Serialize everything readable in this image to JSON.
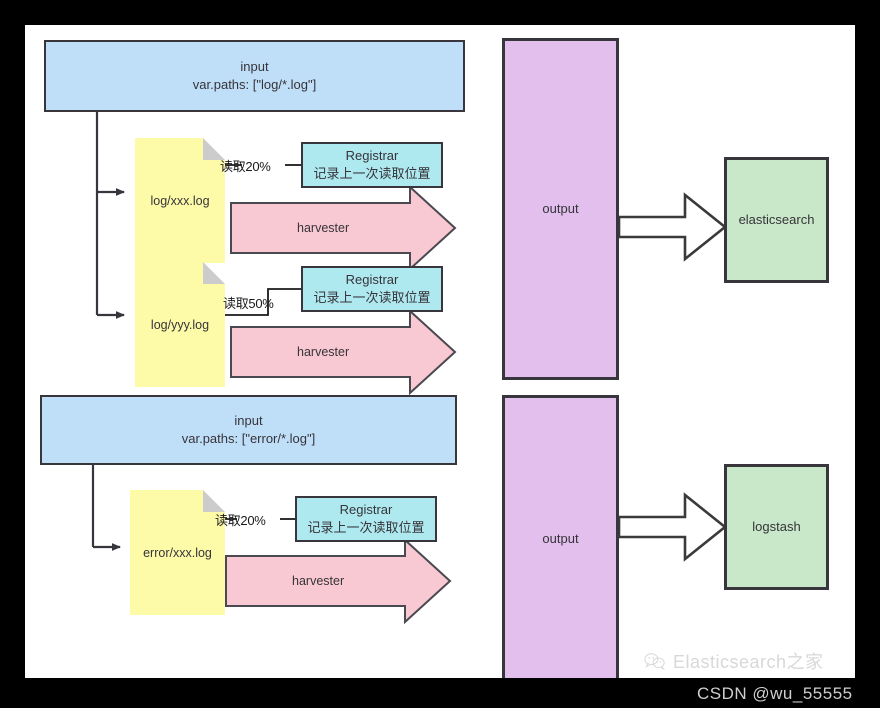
{
  "canvas": {
    "background": "#ffffff",
    "frame_color": "#000000"
  },
  "colors": {
    "input_fill": "#bfdff8",
    "note_fill": "#fdfaa8",
    "note_fold": "#cccccc",
    "registrar_fill": "#aee9ef",
    "harvester_fill": "#f8c9d2",
    "output_fill": "#e2bfec",
    "target_fill": "#c9e7c9",
    "stroke": "#38363c",
    "text": "#36343a"
  },
  "pipelines": [
    {
      "id": "log-pipeline",
      "input": {
        "title": "input",
        "paths": "var.paths: [\"log/*.log\"]"
      },
      "files": [
        {
          "name": "log/xxx.log",
          "registrar": {
            "title": "Registrar",
            "subtitle": "记录上一次读取位置"
          },
          "read_label": "读取20%",
          "harvester_label": "harvester"
        },
        {
          "name": "log/yyy.log",
          "registrar": {
            "title": "Registrar",
            "subtitle": "记录上一次读取位置"
          },
          "read_label": "读取50%",
          "harvester_label": "harvester"
        }
      ],
      "output": {
        "label": "output"
      },
      "target": {
        "label": "elasticsearch"
      }
    },
    {
      "id": "error-pipeline",
      "input": {
        "title": "input",
        "paths": "var.paths: [\"error/*.log\"]"
      },
      "files": [
        {
          "name": "error/xxx.log",
          "registrar": {
            "title": "Registrar",
            "subtitle": "记录上一次读取位置"
          },
          "read_label": "读取20%",
          "harvester_label": "harvester"
        }
      ],
      "output": {
        "label": "output"
      },
      "target": {
        "label": "logstash"
      }
    }
  ],
  "watermark": {
    "brand": "Elasticsearch之家",
    "credit": "CSDN @wu_55555"
  }
}
